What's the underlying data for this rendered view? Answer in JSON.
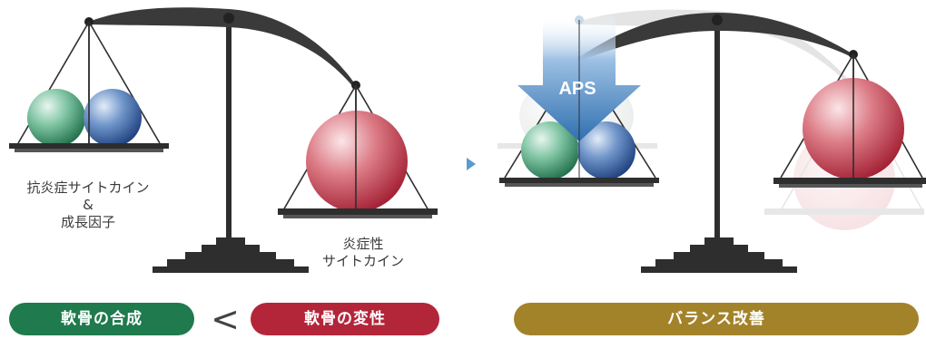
{
  "left_panel": {
    "left_pan_label_line1": "抗炎症サイトカイン",
    "left_pan_label_line2": "&",
    "left_pan_label_line3": "成長因子",
    "right_pan_label_line1": "炎症性",
    "right_pan_label_line2": "サイトカイン"
  },
  "comparison": {
    "green_pill": "軟骨の合成",
    "symbol": "<",
    "red_pill": "軟骨の変性"
  },
  "right_panel": {
    "arrow_label": "APS",
    "gold_pill": "バランス改善"
  },
  "colors": {
    "green": "#1f7a4d",
    "red": "#b3263a",
    "gold": "#a3832a",
    "arrow_blue": "#3f7fb8",
    "scale_dark": "#2e2e2e"
  }
}
